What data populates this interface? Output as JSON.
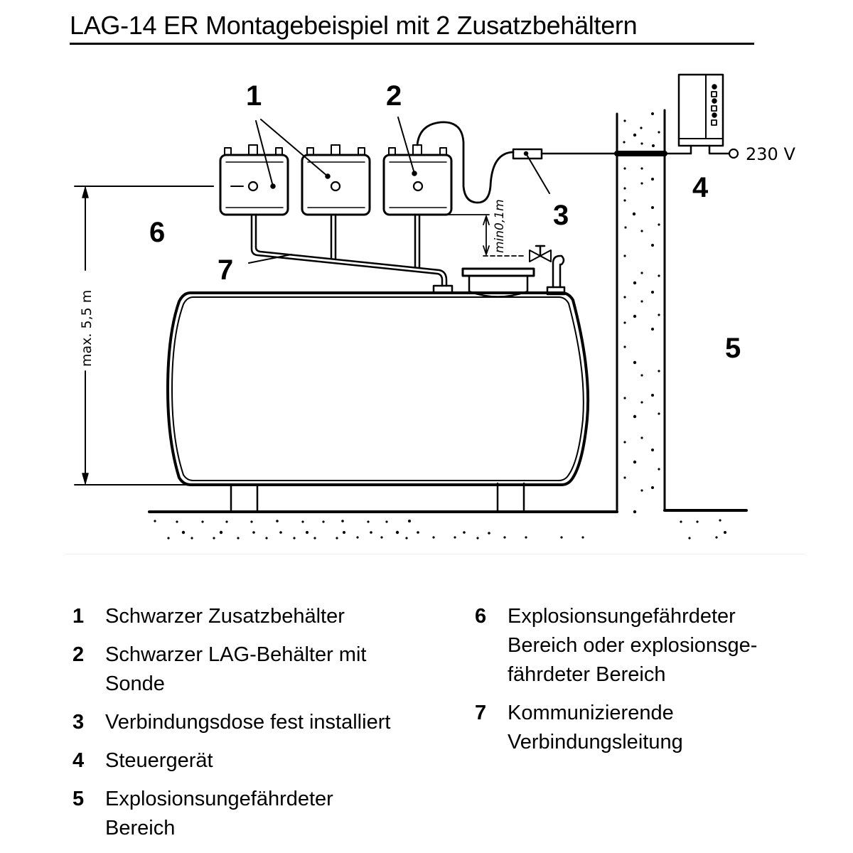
{
  "title": "LAG-14 ER Montagebeispiel mit 2 Zusatzbehältern",
  "diagram": {
    "callouts": {
      "c1": "1",
      "c2": "2",
      "c3": "3",
      "c4": "4",
      "c5": "5",
      "c6": "6",
      "c7": "7"
    },
    "voltage_label": "230 V",
    "max_height_label": "max. 5,5 m",
    "min_distance_label": "min0,1m"
  },
  "legend": {
    "left": [
      {
        "num": "1",
        "text": "Schwarzer Zusatzbehälter"
      },
      {
        "num": "2",
        "text": "Schwarzer LAG-Behälter mit\nSonde"
      },
      {
        "num": "3",
        "text": "Verbindungsdose fest installiert"
      },
      {
        "num": "4",
        "text": "Steuergerät"
      },
      {
        "num": "5",
        "text": "Explosionsungefährdeter\nBereich"
      }
    ],
    "right": [
      {
        "num": "6",
        "text": "Explosionsungefährdeter\nBereich oder explosionsge-\nfährdeter Bereich"
      },
      {
        "num": "7",
        "text": "Kommunizierende\nVerbindungsleitung"
      }
    ]
  }
}
